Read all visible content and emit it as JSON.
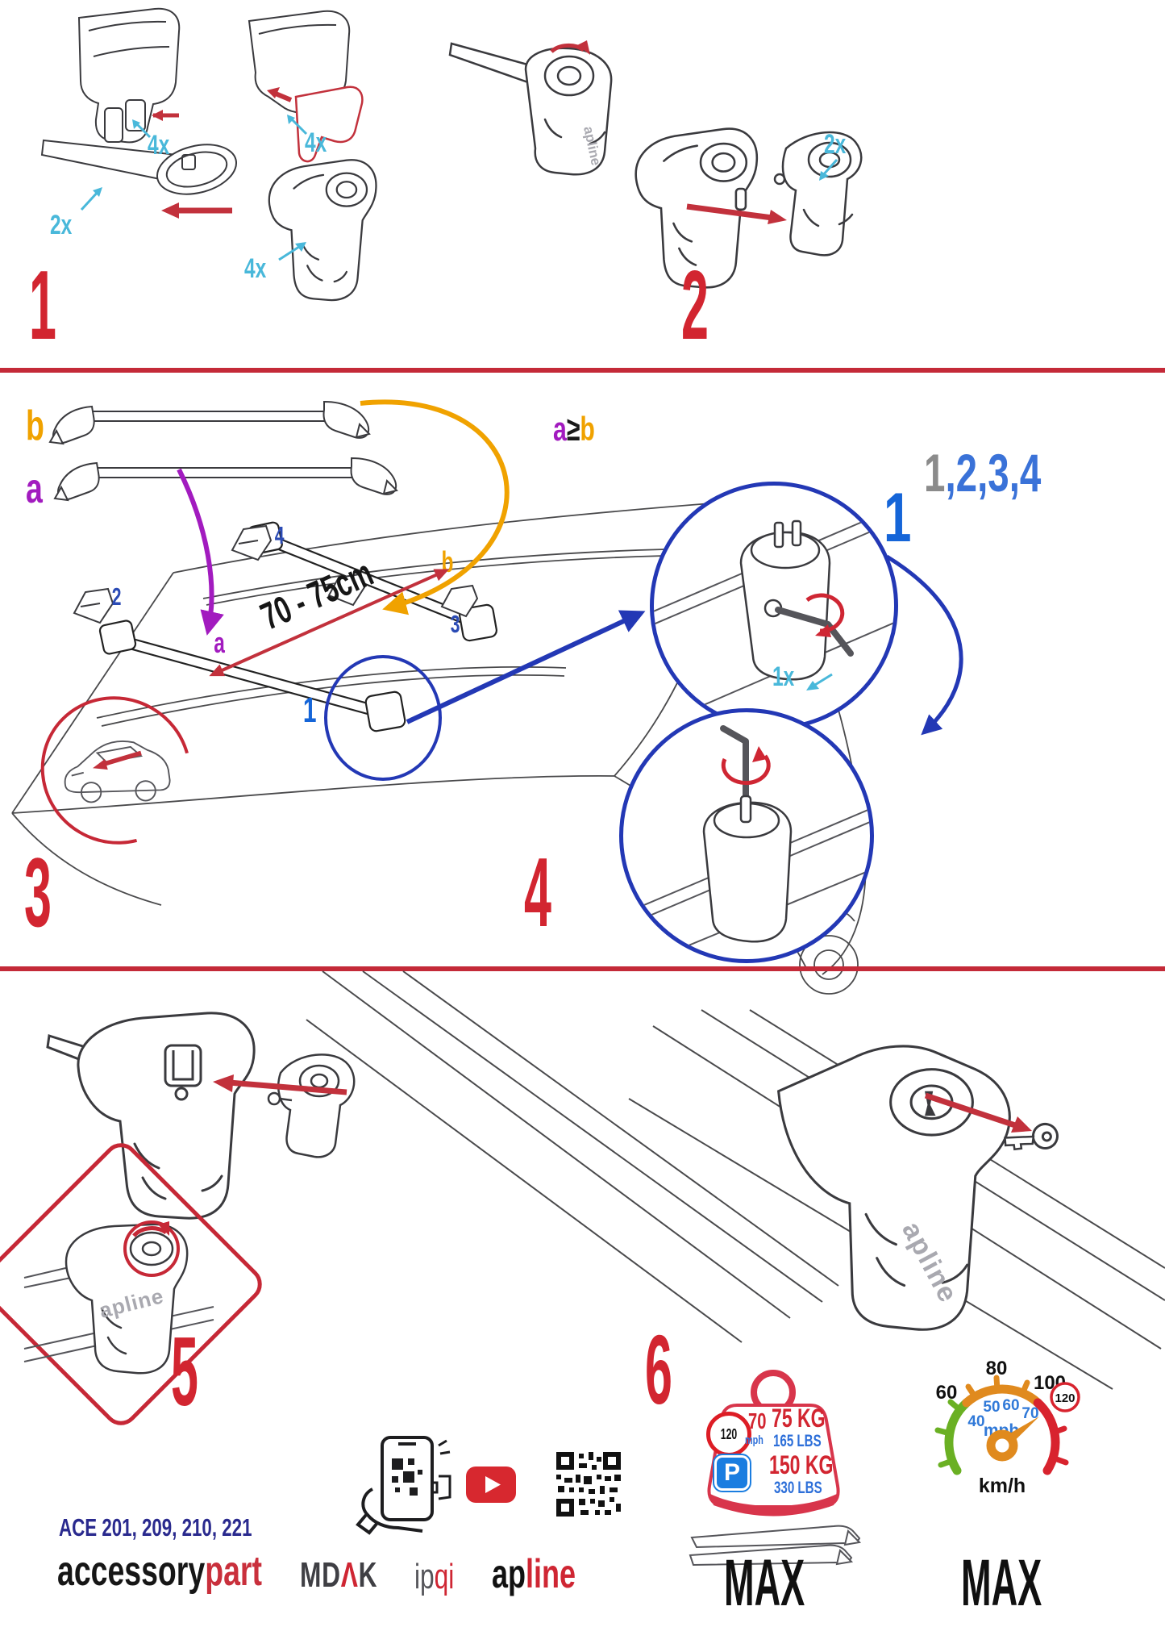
{
  "colors": {
    "accent_red": "#cf2633",
    "cyan": "#49b8da",
    "blue": "#2e5fc4",
    "royal_blue": "#2338b5",
    "purple": "#a21bbf",
    "orange": "#f0a200",
    "navy": "#2a2a8e",
    "ink": "#3a3a3e"
  },
  "step1": {
    "num": "1",
    "qty_pad": "4x",
    "qty_cover": "4x",
    "qty_bars": "2x",
    "qty_foot": "4x"
  },
  "step2": {
    "num": "2",
    "qty": "2x",
    "emboss": "apline"
  },
  "step3": {
    "num": "3",
    "bar_b": "b",
    "bar_a": "a",
    "rule_a": "a",
    "rule_op": "≥",
    "rule_b": "b",
    "distance": "70 - 75cm",
    "pos1": "1",
    "pos2": "2",
    "pos3": "3",
    "pos4": "4",
    "roof_a": "a",
    "roof_b": "b"
  },
  "step4": {
    "num": "4",
    "seq_gray": "1",
    "seq_blue": ",2,3,4",
    "detail_num": "1",
    "qty_key": "1x"
  },
  "step5": {
    "num": "5",
    "emboss": "apline"
  },
  "step6": {
    "num": "6",
    "emboss": "apline"
  },
  "footer": {
    "models": "ACE 201, 209, 210, 221",
    "brand_a": "accessory",
    "brand_b": "part",
    "mdak_a": "MD",
    "mdak_b": "Λ",
    "mdak_c": "K",
    "ipqi_a": "ip",
    "ipqi_b": "qi",
    "apline_a": "ap",
    "apline_b": "line"
  },
  "load_tag": {
    "speed_limit": "120",
    "speed": "70",
    "speed_unit": "mph",
    "load_kg": "75 KG",
    "load_lbs": "165 LBS",
    "parking": "P",
    "park_kg": "150 KG",
    "park_lbs": "330 LBS",
    "max": "MAX"
  },
  "speedometer": {
    "outer": [
      "60",
      "80",
      "100"
    ],
    "inner": [
      "40",
      "50",
      "60",
      "70"
    ],
    "center_unit": "mph",
    "limit": "120",
    "bottom_unit": "km/h",
    "max": "MAX"
  }
}
